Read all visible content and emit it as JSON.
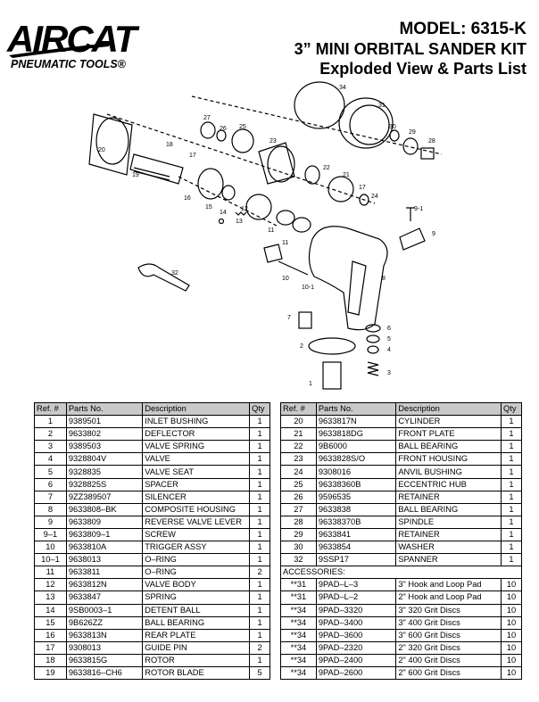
{
  "brand": {
    "logo_text": "AIRCAT",
    "tagline": "PNEUMATIC TOOLS®"
  },
  "header": {
    "model": "MODEL: 6315-K",
    "kit_title": "3” MINI ORBITAL SANDER KIT",
    "subtitle": "Exploded View & Parts List"
  },
  "diagram": {
    "callouts": [
      "34",
      "31",
      "30",
      "29",
      "28",
      "27",
      "26",
      "25",
      "23",
      "22",
      "21",
      "17",
      "24",
      "20",
      "18",
      "17",
      "19",
      "16",
      "15",
      "14",
      "13",
      "12",
      "11",
      "11",
      "9-1",
      "9",
      "32",
      "10",
      "10-1",
      "8",
      "7",
      "6",
      "5",
      "4",
      "2",
      "3",
      "1"
    ]
  },
  "table_headers": {
    "ref": "Ref. #",
    "part": "Parts No.",
    "desc": "Description",
    "qty": "Qty"
  },
  "left_rows": [
    {
      "ref": "1",
      "part": "9389501",
      "desc": "INLET BUSHING",
      "qty": "1"
    },
    {
      "ref": "2",
      "part": "9633802",
      "desc": "DEFLECTOR",
      "qty": "1"
    },
    {
      "ref": "3",
      "part": "9389503",
      "desc": "VALVE SPRING",
      "qty": "1"
    },
    {
      "ref": "4",
      "part": "9328804V",
      "desc": "VALVE",
      "qty": "1"
    },
    {
      "ref": "5",
      "part": "9328835",
      "desc": "VALVE SEAT",
      "qty": "1"
    },
    {
      "ref": "6",
      "part": "9328825S",
      "desc": "SPACER",
      "qty": "1"
    },
    {
      "ref": "7",
      "part": "9ZZ389507",
      "desc": "SILENCER",
      "qty": "1"
    },
    {
      "ref": "8",
      "part": "9633808–BK",
      "desc": "COMPOSITE HOUSING",
      "qty": "1"
    },
    {
      "ref": "9",
      "part": "9633809",
      "desc": "REVERSE VALVE LEVER",
      "qty": "1"
    },
    {
      "ref": "9–1",
      "part": "9633809–1",
      "desc": "SCREW",
      "qty": "1"
    },
    {
      "ref": "10",
      "part": "9633810A",
      "desc": "TRIGGER ASSY",
      "qty": "1"
    },
    {
      "ref": "10–1",
      "part": "9638013",
      "desc": "O–RING",
      "qty": "1"
    },
    {
      "ref": "11",
      "part": "9633811",
      "desc": "O–RING",
      "qty": "2"
    },
    {
      "ref": "12",
      "part": "9633812N",
      "desc": "VALVE BODY",
      "qty": "1"
    },
    {
      "ref": "13",
      "part": "9633847",
      "desc": "SPRING",
      "qty": "1"
    },
    {
      "ref": "14",
      "part": "9SB0003–1",
      "desc": "DETENT BALL",
      "qty": "1"
    },
    {
      "ref": "15",
      "part": "9B626ZZ",
      "desc": "BALL BEARING",
      "qty": "1"
    },
    {
      "ref": "16",
      "part": "9633813N",
      "desc": "REAR PLATE",
      "qty": "1"
    },
    {
      "ref": "17",
      "part": "9308013",
      "desc": "GUIDE PIN",
      "qty": "2"
    },
    {
      "ref": "18",
      "part": "9633815G",
      "desc": "ROTOR",
      "qty": "1"
    },
    {
      "ref": "19",
      "part": "9633816–CH6",
      "desc": "ROTOR BLADE",
      "qty": "5"
    }
  ],
  "right_rows": [
    {
      "ref": "20",
      "part": "9633817N",
      "desc": "CYLINDER",
      "qty": "1"
    },
    {
      "ref": "21",
      "part": "9633818DG",
      "desc": "FRONT PLATE",
      "qty": "1"
    },
    {
      "ref": "22",
      "part": "9B6000",
      "desc": "BALL BEARING",
      "qty": "1"
    },
    {
      "ref": "23",
      "part": "9633828S/O",
      "desc": "FRONT HOUSING",
      "qty": "1"
    },
    {
      "ref": "24",
      "part": "9308016",
      "desc": "ANVIL BUSHING",
      "qty": "1"
    },
    {
      "ref": "25",
      "part": "96338360B",
      "desc": "ECCENTRIC HUB",
      "qty": "1"
    },
    {
      "ref": "26",
      "part": "9596535",
      "desc": "RETAINER",
      "qty": "1"
    },
    {
      "ref": "27",
      "part": "9633838",
      "desc": "BALL BEARING",
      "qty": "1"
    },
    {
      "ref": "28",
      "part": "96338370B",
      "desc": "SPINDLE",
      "qty": "1"
    },
    {
      "ref": "29",
      "part": "9633841",
      "desc": "RETAINER",
      "qty": "1"
    },
    {
      "ref": "30",
      "part": "9633854",
      "desc": "WASHER",
      "qty": "1"
    },
    {
      "ref": "32",
      "part": "9SSP17",
      "desc": "SPANNER",
      "qty": "1"
    }
  ],
  "accessories_label": "ACCESSORIES:",
  "accessory_rows": [
    {
      "ref": "**31",
      "part": "9PAD–L–3",
      "desc": "3\" Hook and Loop Pad",
      "qty": "10"
    },
    {
      "ref": "**31",
      "part": "9PAD–L–2",
      "desc": "2\" Hook and Loop Pad",
      "qty": "10"
    },
    {
      "ref": "**34",
      "part": "9PAD–3320",
      "desc": "3\" 320 Grit Discs",
      "qty": "10"
    },
    {
      "ref": "**34",
      "part": "9PAD–3400",
      "desc": "3\" 400 Grit Discs",
      "qty": "10"
    },
    {
      "ref": "**34",
      "part": "9PAD–3600",
      "desc": "3\" 600 Grit Discs",
      "qty": "10"
    },
    {
      "ref": "**34",
      "part": "9PAD–2320",
      "desc": "2\" 320 Grit Discs",
      "qty": "10"
    },
    {
      "ref": "**34",
      "part": "9PAD–2400",
      "desc": "2\" 400 Grit Discs",
      "qty": "10"
    },
    {
      "ref": "**34",
      "part": "9PAD–2600",
      "desc": "2\" 600 Grit Discs",
      "qty": "10"
    }
  ]
}
